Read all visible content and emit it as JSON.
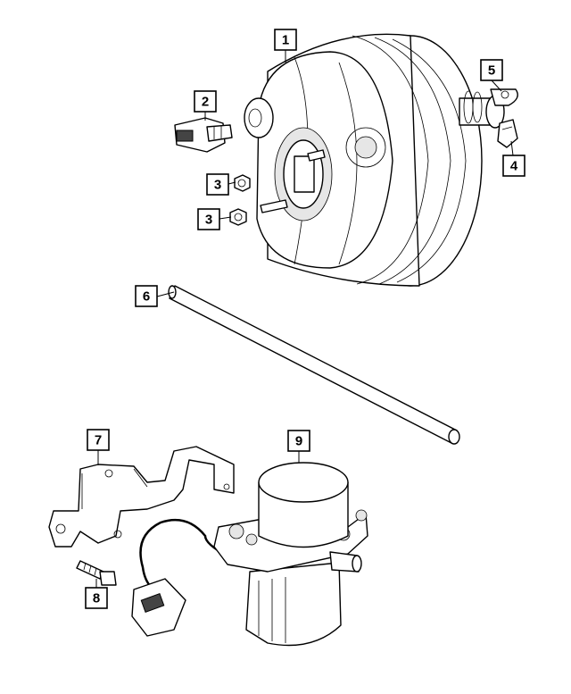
{
  "callouts": [
    {
      "id": "c1",
      "label": "1"
    },
    {
      "id": "c2",
      "label": "2"
    },
    {
      "id": "c3a",
      "label": "3"
    },
    {
      "id": "c3b",
      "label": "3"
    },
    {
      "id": "c4",
      "label": "4"
    },
    {
      "id": "c5",
      "label": "5"
    },
    {
      "id": "c6",
      "label": "6"
    },
    {
      "id": "c7",
      "label": "7"
    },
    {
      "id": "c8",
      "label": "8"
    },
    {
      "id": "c9",
      "label": "9"
    }
  ]
}
